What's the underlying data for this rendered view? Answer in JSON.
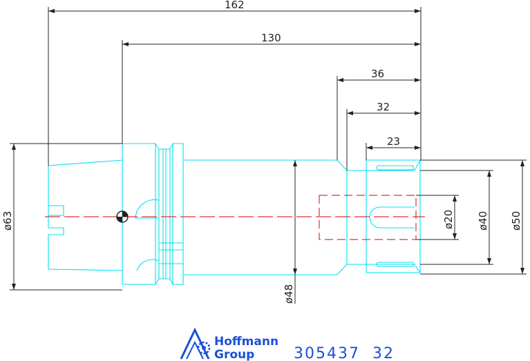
{
  "drawing": {
    "dimensions": {
      "overall_length": "162",
      "length_130": "130",
      "length_36": "36",
      "length_32": "32",
      "length_23": "23",
      "dia_63": "ø63",
      "dia_48": "ø48",
      "dia_20": "ø20",
      "dia_40": "ø40",
      "dia_50": "ø50"
    },
    "colors": {
      "outline": "#00e0f0",
      "dimension": "#222222",
      "centerline": "#e03030",
      "brand": "#1b4fd8"
    }
  },
  "title_block": {
    "brand_line1": "Hoffmann",
    "brand_line2": "Group",
    "part_number": "305437  32"
  }
}
